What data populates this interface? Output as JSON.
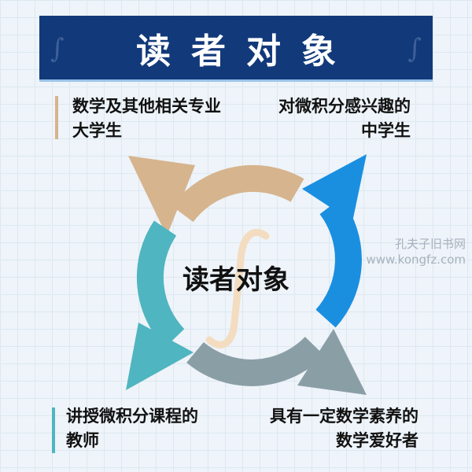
{
  "title": "读者对象",
  "center_label": "读者对象",
  "integral_symbol": "∫",
  "audiences": [
    {
      "line1": "数学及其他相关专业",
      "line2": "大学生",
      "color": "#d6b48e"
    },
    {
      "line1": "对微积分感兴趣的",
      "line2": "中学生",
      "color": "#1a8fe0"
    },
    {
      "line1": "讲授微积分课程的",
      "line2": "教师",
      "color": "#4fb5c0"
    },
    {
      "line1": "具有一定数学素养的",
      "line2": "数学爱好者",
      "color": "#8a9ea6"
    }
  ],
  "watermark": {
    "line1": "孔夫子旧书网",
    "line2": "www.kongfz.com"
  }
}
